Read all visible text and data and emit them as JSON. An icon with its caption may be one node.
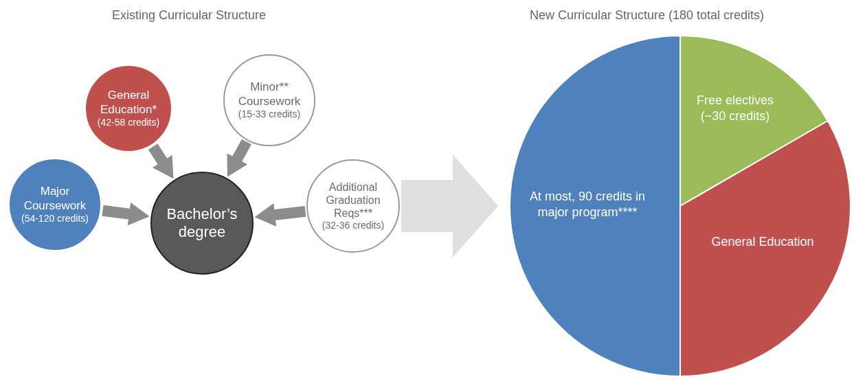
{
  "diagram": {
    "nodes": [
      {
        "text": [
          "General Education*",
          "(42-58 credits)"
        ]
      },
      {
        "text": [
          "Minor** Coursework",
          "(15-33 credits)"
        ]
      },
      {
        "text": [
          "Major Coursework",
          "(54-120 credits)"
        ]
      },
      {
        "text": [
          "Bachelor’s degree"
        ]
      },
      {
        "text": [
          "Additional Graduation Reqs***",
          "(32-36 credits)"
        ]
      },
      {
        "text": [
          "At most, 90 credits in major program****"
        ]
      },
      {
        "text": [
          "Free electives (~30 credits)"
        ]
      },
      {
        "text": [
          "General Education"
        ]
      }
    ],
    "edges": [
      {
        "from": 0,
        "to": 3,
        "arrow": "to"
      },
      {
        "from": 1,
        "to": 3,
        "arrow": "to"
      },
      {
        "from": 2,
        "to": 3,
        "arrow": "to"
      },
      {
        "from": 4,
        "to": 3,
        "arrow": "to"
      },
      {
        "from": 4,
        "to": 5,
        "arrow": "to",
        "style": "thick",
        "color": "#e0e0e0"
      }
    ],
    "labels": [
      "Existing Curricular Structure",
      "New Curricular Structure (180 total credits)"
    ]
  }
}
